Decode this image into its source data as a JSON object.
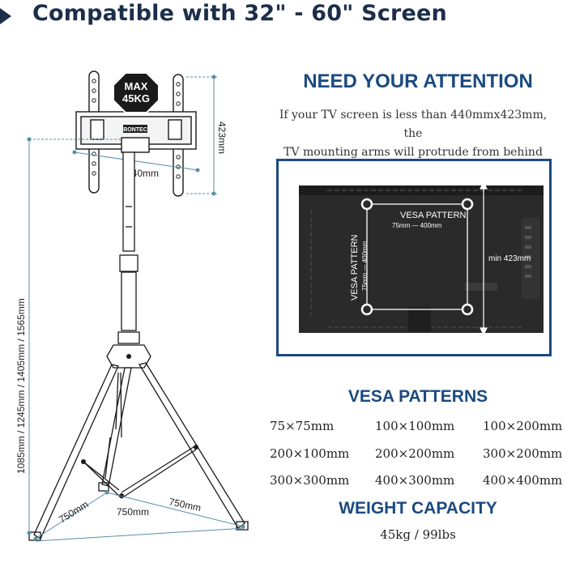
{
  "header": {
    "title": "Compatible with 32\" - 60\" Screen",
    "icon": "diamond-icon"
  },
  "stand": {
    "badge_line1": "MAX",
    "badge_line2": "45KG",
    "brand": "BONTEC",
    "width_label": "440mm",
    "height_label": "423mm",
    "pole_height_label": "1085mm / 1245mm / 1405mm / 1565mm",
    "leg_left_label": "750mm",
    "leg_right_label": "750mm",
    "base_label": "750mm"
  },
  "attention": {
    "heading": "NEED YOUR ATTENTION",
    "line1": "If your TV screen is less than 440mmx423mm, the",
    "line2": "TV mounting arms will protrude from behind the TV."
  },
  "tv_diagram": {
    "vesa_h_title": "VESA PATTERN",
    "vesa_h_range": "75mm — 400mm",
    "vesa_v_title": "VESA PATTERN",
    "vesa_v_range": "75mm — 400mm",
    "min_height": "min 423mm"
  },
  "vesa_patterns": {
    "heading": "VESA PATTERNS",
    "items": [
      "75×75mm",
      "100×100mm",
      "100×200mm",
      "200×100mm",
      "200×200mm",
      "300×200mm",
      "300×300mm",
      "400×300mm",
      "400×400mm"
    ]
  },
  "weight_capacity": {
    "heading": "WEIGHT CAPACITY",
    "value": "45kg / 99lbs"
  },
  "colors": {
    "navy": "#1c2e4a",
    "blue_heading": "#1a4a80",
    "dim_line": "#5a8fa8",
    "frame": "#1b4a7e"
  }
}
